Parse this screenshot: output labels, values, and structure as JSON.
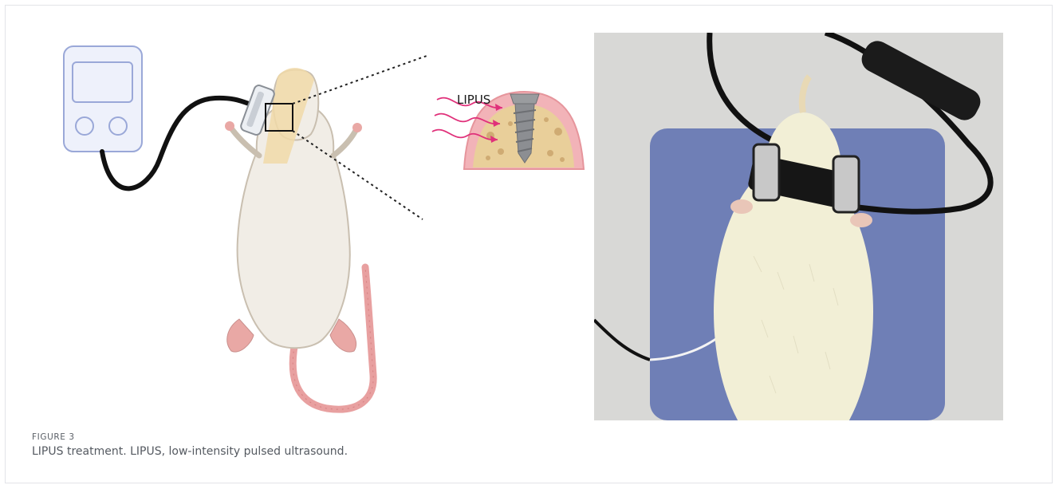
{
  "figure": {
    "label": "FIGURE 3",
    "caption": "LIPUS treatment. LIPUS, low-intensity pulsed ultrasound."
  },
  "illustration": {
    "inset_label": "LIPUS"
  },
  "colors": {
    "device_fill": "#eef1fb",
    "device_stroke": "#9aa8d8",
    "cable": "#111111",
    "rat_body": "#f1ede6",
    "rat_outline": "#c9bfb0",
    "tail": "#e8a0a0",
    "gum": "#f2b3b8",
    "bone": "#e9cf9a",
    "ultrasound_waves": "#e0307a",
    "implant": "#8c8e92",
    "pad": "#6f7fb6",
    "photo_background": "#d8d8d6"
  }
}
